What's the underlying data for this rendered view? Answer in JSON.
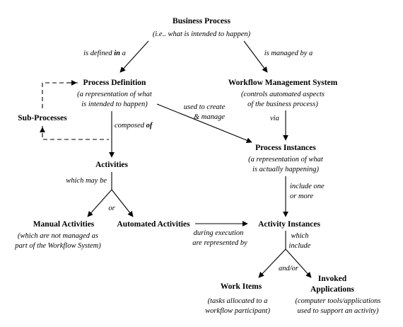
{
  "nodes": {
    "business_process": {
      "title": "Business Process",
      "desc": [
        "(i.e.. what is intended to happen)"
      ]
    },
    "process_definition": {
      "title": "Process Definition",
      "desc": [
        "(a representation of what",
        "is intended to happen)"
      ]
    },
    "wfms": {
      "title": "Workflow Management System",
      "desc": [
        "(controls automated aspects",
        "of the business process)"
      ]
    },
    "sub_processes": {
      "title": "Sub-Processes"
    },
    "process_instances": {
      "title": "Process Instances",
      "desc": [
        "(a representation of what",
        "is actually happening)"
      ]
    },
    "activities": {
      "title": "Activities"
    },
    "manual_activities": {
      "title": "Manual Activities",
      "desc": [
        "(which are not managed as",
        "part of the Workflow System)"
      ]
    },
    "automated_activities": {
      "title": "Automated Activities"
    },
    "activity_instances": {
      "title": "Activity Instances"
    },
    "work_items": {
      "title": "Work Items",
      "desc": [
        "(tasks allocated to a",
        "workflow participant)"
      ]
    },
    "invoked_applications": {
      "title": [
        "Invoked",
        "Applications"
      ],
      "desc": [
        "(computer tools/applications",
        "used to support an activity)"
      ]
    }
  },
  "edges": {
    "is_defined_in": {
      "pre": "is defined ",
      "mid": "in",
      "post": " a"
    },
    "is_managed_by": "is managed by a",
    "used_to_create": [
      "used to create",
      "& manage"
    ],
    "via": "via",
    "composed_of": {
      "pre": "composed ",
      "mid": "of"
    },
    "include_one": [
      "include one",
      "or more"
    ],
    "which_may_be": "which may be",
    "or": "or",
    "during_execution": [
      "during execution",
      "are represented by"
    ],
    "which_include": [
      "which",
      "include"
    ],
    "and_or": "and/or"
  }
}
